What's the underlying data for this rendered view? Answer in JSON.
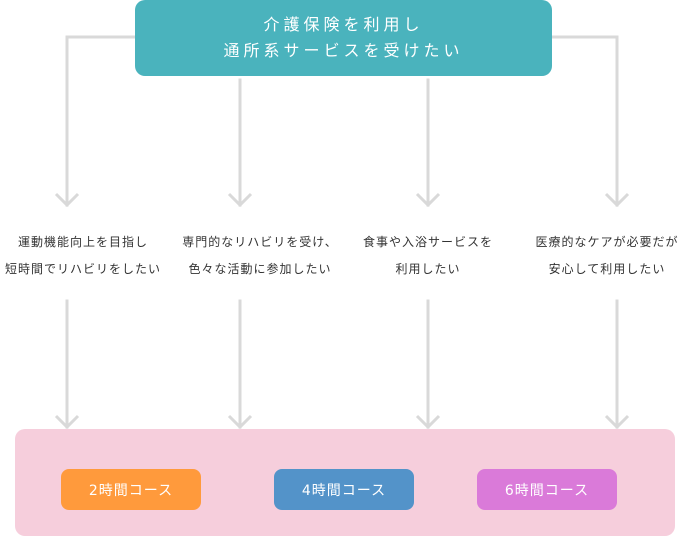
{
  "header": {
    "line1": "介護保険を利用し",
    "line2": "通所系サービスを受けたい",
    "color": "#4AB3BD"
  },
  "connector_color": "#D9D9D9",
  "needs": [
    {
      "line1": "運動機能向上を目指し",
      "line2": "短時間でリハビリをしたい"
    },
    {
      "line1": "専門的なリハビリを受け、",
      "line2": "色々な活動に参加したい"
    },
    {
      "line1": "食事や入浴サービスを",
      "line2": "利用したい"
    },
    {
      "line1": "医療的なケアが必要だが",
      "line2": "安心して利用したい"
    }
  ],
  "course_panel": {
    "color": "#F6CEDC"
  },
  "courses": [
    {
      "label": "2時間コース",
      "color": "#FF9A3C"
    },
    {
      "label": "4時間コース",
      "color": "#5393C9"
    },
    {
      "label": "6時間コース",
      "color": "#DA7AD9"
    }
  ]
}
